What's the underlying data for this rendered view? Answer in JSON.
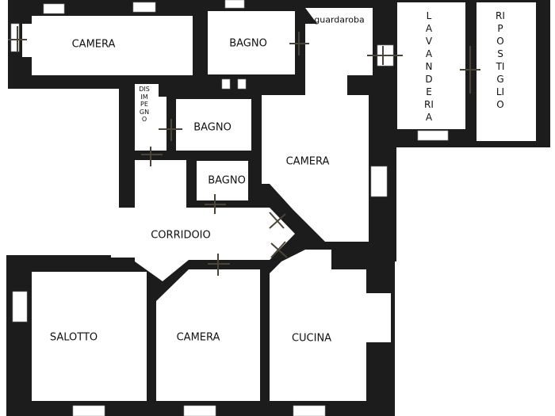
{
  "plan": {
    "type": "floor-plan",
    "wall_color": "#1c1c1c",
    "background": "#ffffff",
    "rooms": [
      {
        "id": "camera-top",
        "label": "CAMERA"
      },
      {
        "id": "bagno-top",
        "label": "BAGNO"
      },
      {
        "id": "guardaroba",
        "label": "guardaroba"
      },
      {
        "id": "lavanderia",
        "label": "LAVANDERIA"
      },
      {
        "id": "ripostiglio",
        "label": "RIPOSTIGLIO"
      },
      {
        "id": "disimpegno",
        "label": "DISIMPEGNO"
      },
      {
        "id": "bagno-mid",
        "label": "BAGNO"
      },
      {
        "id": "bagno-small",
        "label": "BAGNO"
      },
      {
        "id": "camera-right",
        "label": "CAMERA"
      },
      {
        "id": "corridoio",
        "label": "CORRIDOIO"
      },
      {
        "id": "salotto",
        "label": "SALOTTO"
      },
      {
        "id": "camera-bottom",
        "label": "CAMERA"
      },
      {
        "id": "cucina",
        "label": "CUCINA"
      }
    ]
  }
}
